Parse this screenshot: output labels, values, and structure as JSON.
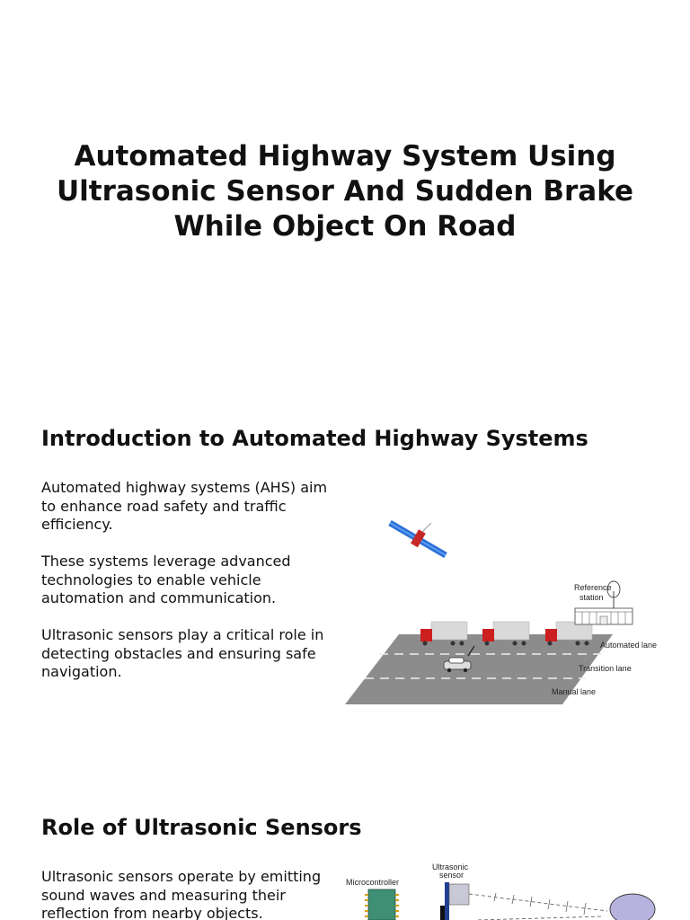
{
  "document": {
    "title": "Automated Highway System Using Ultrasonic Sensor And Sudden Brake While Object On Road"
  },
  "intro": {
    "heading": "Introduction to Automated Highway Systems",
    "paragraphs": [
      "Automated highway systems (AHS) aim to enhance road safety and traffic efficiency.",
      "These systems leverage advanced technologies to enable vehicle automation and communication.",
      "Ultrasonic sensors play a critical role in detecting obstacles and ensuring safe navigation."
    ],
    "figure": {
      "labels": {
        "reference_station_line1": "Reference",
        "reference_station_line2": "station",
        "automated_lane": "Automated lane",
        "transition_lane": "Transition lane",
        "manual_lane": "Manual lane"
      }
    }
  },
  "role": {
    "heading": "Role of Ultrasonic Sensors",
    "paragraphs": [
      "Ultrasonic sensors operate by emitting sound waves and measuring their reflection from nearby objects."
    ],
    "figure": {
      "labels": {
        "microcontroller": "Microcontroller",
        "ultrasonic_sensor_line1": "Ultrasonic",
        "ultrasonic_sensor_line2": "sensor"
      }
    }
  },
  "colors": {
    "road": "#8c8c8c",
    "truck_cab": "#cc1f1f",
    "trailer": "#d9d9d9",
    "satellite_panel": "#2a6fd6",
    "chip": "#3f8f74",
    "sensor": "#1f3f8f",
    "object": "#b7b3de"
  }
}
